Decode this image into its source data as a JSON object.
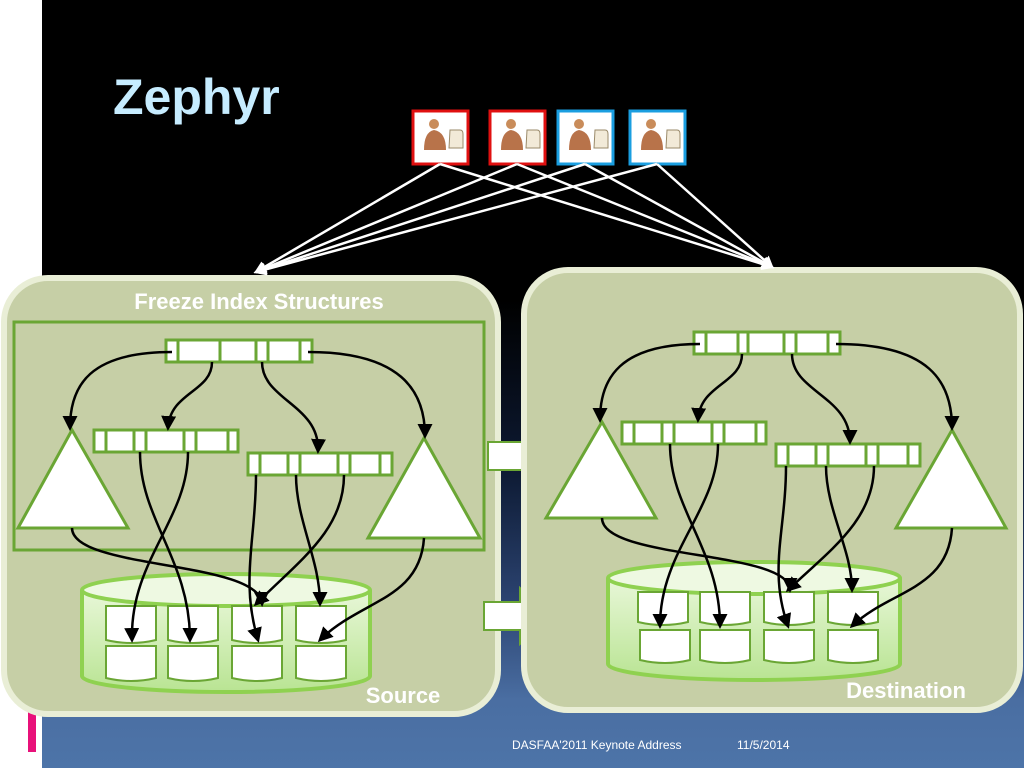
{
  "slide": {
    "title": "Zephyr",
    "footer_event": "DASFAA'2011 Keynote Address",
    "footer_date": "11/5/2014"
  },
  "source": {
    "header": "Freeze Index Structures",
    "label": "Source"
  },
  "destination": {
    "label": "Destination"
  },
  "clients": [
    {
      "frame": "red",
      "icon": "client-person-icon"
    },
    {
      "frame": "red",
      "icon": "client-person-icon"
    },
    {
      "frame": "blue",
      "icon": "client-person-icon"
    },
    {
      "frame": "blue",
      "icon": "client-person-icon"
    }
  ],
  "colors": {
    "panel": "#c6cfa6",
    "green": "#6aa634",
    "title": "#c6ecff",
    "red_frame": "#e01010",
    "blue_frame": "#1a9ee0",
    "accent": "#e8117a"
  }
}
